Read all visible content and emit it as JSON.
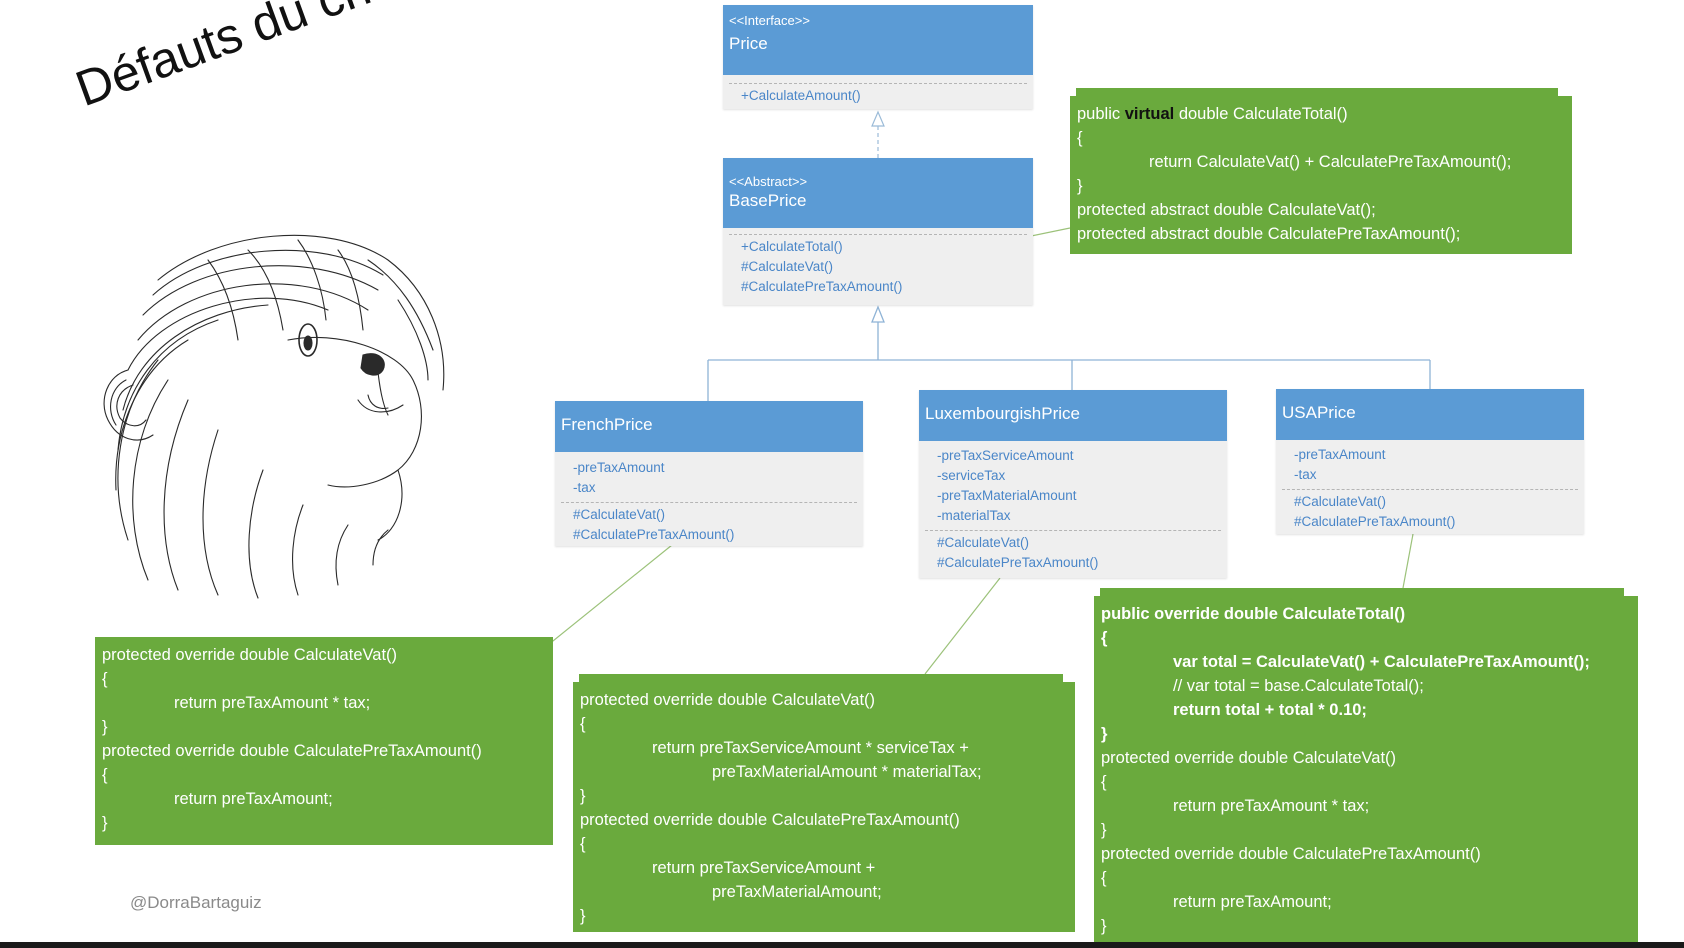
{
  "title": "Défauts du choix",
  "credit": "@DorraBartaguiz",
  "colors": {
    "class_header": "#5b9bd5",
    "note_green": "#6aaa3d",
    "member_text": "#4a86c8"
  },
  "illustration": "monkey-sketch",
  "classes": {
    "price": {
      "stereotype": "<<Interface>>",
      "name": "Price",
      "methods": [
        "+CalculateAmount()"
      ]
    },
    "baseprice": {
      "stereotype": "<<Abstract>>",
      "name": "BasePrice",
      "methods": [
        "+CalculateTotal()",
        "#CalculateVat()",
        "#CalculatePreTaxAmount()"
      ]
    },
    "french": {
      "name": "FrenchPrice",
      "fields": [
        "-preTaxAmount",
        "-tax"
      ],
      "methods": [
        "#CalculateVat()",
        "#CalculatePreTaxAmount()"
      ]
    },
    "luxembourg": {
      "name": "LuxembourgishPrice",
      "fields": [
        "-preTaxServiceAmount",
        "-serviceTax",
        "-preTaxMaterialAmount",
        "-materialTax"
      ],
      "methods": [
        "#CalculateVat()",
        "#CalculatePreTaxAmount()"
      ]
    },
    "usa": {
      "name": "USAPrice",
      "fields": [
        "-preTaxAmount",
        "-tax"
      ],
      "methods": [
        "#CalculateVat()",
        "#CalculatePreTaxAmount()"
      ]
    }
  },
  "notes": {
    "base": {
      "l1a": "public ",
      "l1b": "virtual",
      "l1c": " double CalculateTotal()",
      "l2": "{",
      "l3": "return CalculateVat() + CalculatePreTaxAmount();",
      "l4": "}",
      "l5": "protected abstract double CalculateVat();",
      "l6": "protected abstract double CalculatePreTaxAmount();"
    },
    "french": [
      "protected override double CalculateVat()",
      "{",
      "return preTaxAmount * tax;",
      "}",
      "protected override double CalculatePreTaxAmount()",
      "{",
      "return preTaxAmount;",
      "}"
    ],
    "luxembourg": [
      "protected override double CalculateVat()",
      "{",
      "return preTaxServiceAmount * serviceTax +",
      "preTaxMaterialAmount * materialTax;",
      "}",
      "protected override double CalculatePreTaxAmount()",
      "{",
      "return preTaxServiceAmount +",
      "preTaxMaterialAmount;",
      "}"
    ],
    "usa": [
      "public override double CalculateTotal()",
      "{",
      "var total = CalculateVat() + CalculatePreTaxAmount();",
      "// var total = base.CalculateTotal();",
      "return total + total * 0.10;",
      "}",
      "protected override double CalculateVat()",
      "{",
      "return preTaxAmount * tax;",
      "}",
      "protected override double CalculatePreTaxAmount()",
      "{",
      "return preTaxAmount;",
      "}"
    ]
  }
}
